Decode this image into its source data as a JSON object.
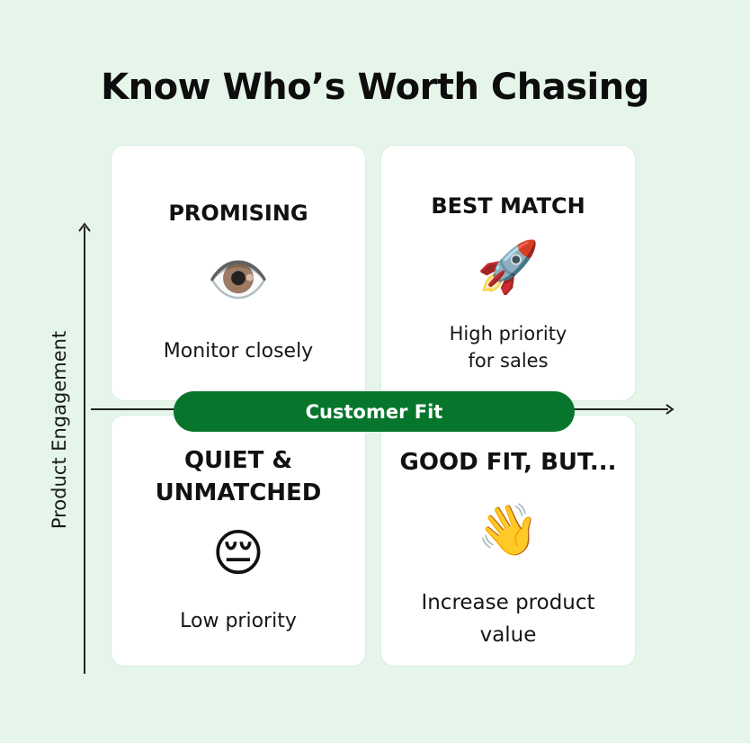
{
  "title": "Know Who’s Worth Chasing",
  "axes": {
    "x_label": "Customer Fit",
    "y_label": "Product Engagement"
  },
  "colors": {
    "background": "#e5f5ea",
    "card": "#ffffff",
    "pill": "#07762c",
    "pill_text": "#ffffff"
  },
  "quadrants": {
    "top_left": {
      "heading": "PROMISING",
      "emoji": "👁️",
      "icon": "eye-icon",
      "description": "Monitor closely"
    },
    "top_right": {
      "heading": "BEST MATCH",
      "emoji": "🚀",
      "icon": "rocket-icon",
      "description_line1": "High priority",
      "description_line2": "for sales"
    },
    "bottom_left": {
      "heading_line1": "QUIET &",
      "heading_line2": "UNMATCHED",
      "emoji": "😔",
      "icon": "pensive-face-icon",
      "description": "Low priority"
    },
    "bottom_right": {
      "heading": "GOOD FIT, BUT...",
      "emoji": "👋",
      "icon": "waving-hand-icon",
      "description_line1": "Increase product",
      "description_line2": "value"
    }
  }
}
